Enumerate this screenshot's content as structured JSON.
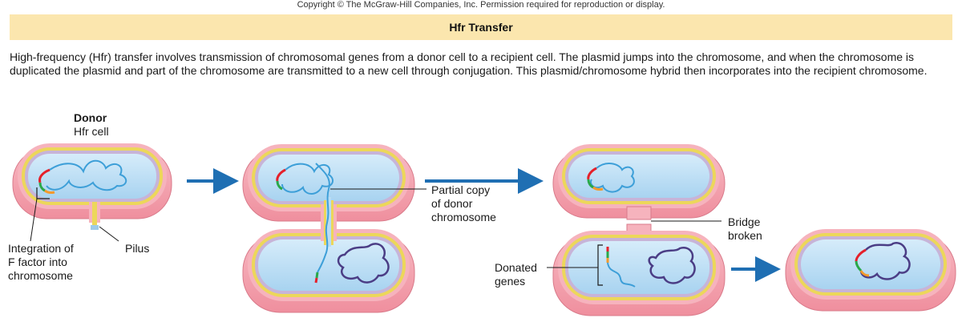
{
  "copyright": "Copyright © The McGraw-Hill Companies, Inc. Permission required for reproduction or display.",
  "title": "Hfr Transfer",
  "description": "High-frequency (Hfr) transfer involves transmission of chromosomal genes from a donor cell to a recipient cell. The plasmid jumps into the chromosome, and when the chromosome is duplicated the plasmid and part of the chromosome are transmitted to a new cell through conjugation. This plasmid/chromosome hybrid then incorporates into the recipient chromosome.",
  "labels": {
    "donor": "Donor",
    "hfr_cell": "Hfr cell",
    "integration": [
      "Integration of",
      "F factor into",
      "chromosome"
    ],
    "pilus": "Pilus",
    "partial_copy": [
      "Partial copy",
      "of donor",
      "chromosome"
    ],
    "bridge_broken": [
      "Bridge",
      "broken"
    ],
    "donated_genes": [
      "Donated",
      "genes"
    ]
  },
  "colors": {
    "title_bar": "#fbe6ae",
    "cell_outer": "#f4a3ae",
    "cell_yellow": "#ecd75a",
    "cell_lavender": "#c7b4d8",
    "cytoplasm": "#b9dcf3",
    "chromosome": "#3d9fd8",
    "recipient_chromosome": "#4b3d85",
    "gene_red": "#e5202a",
    "gene_green": "#2aa84a",
    "gene_orange": "#f39a2c",
    "arrow": "#1f6fb3"
  }
}
